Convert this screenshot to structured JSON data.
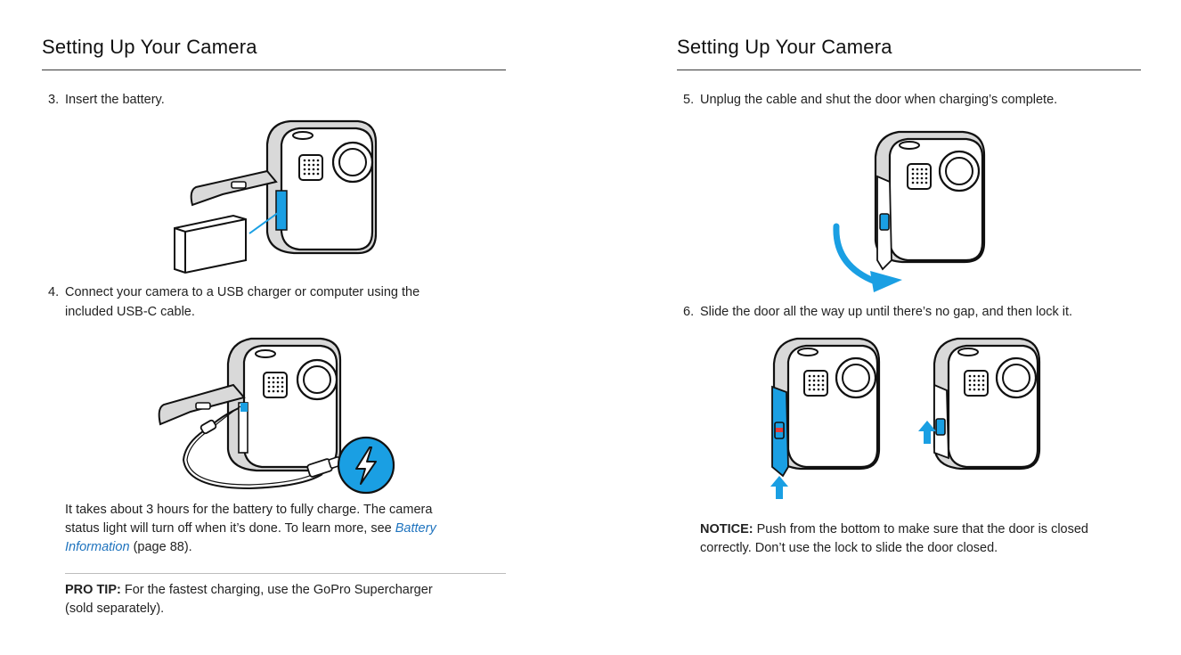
{
  "left": {
    "title": "Setting Up Your Camera",
    "step3": {
      "num": "3.",
      "text": "Insert the battery."
    },
    "step4": {
      "num": "4.",
      "line1": "Connect your camera to a USB charger or computer using the",
      "line2": "included USB-C cable."
    },
    "charge_note": {
      "line1": "It takes about 3 hours for the battery to fully charge. The camera",
      "line2_pre": "status light will turn off when it’s done. To learn more, see ",
      "link1": "Battery",
      "link2": "Information",
      "line3_post": " (page 88)."
    },
    "pro_tip": {
      "label": "PRO TIP:",
      "line1": " For the fastest charging, use the GoPro Supercharger",
      "line2": "(sold separately)."
    }
  },
  "right": {
    "title": "Setting Up Your Camera",
    "step5": {
      "num": "5.",
      "text": "Unplug the cable and shut the door when charging’s complete."
    },
    "step6": {
      "num": "6.",
      "text": "Slide the door all the way up until there’s no gap, and then lock it."
    },
    "notice": {
      "label": "NOTICE:",
      "line1": " Push from the bottom to make sure that the door is closed",
      "line2": "correctly. Don’t use the lock to slide the door closed."
    }
  },
  "colors": {
    "accent": "#1a9fe3",
    "ink": "#1a1a1a",
    "body_grey": "#d9d9d9",
    "link": "#1e73be"
  },
  "icons": [
    "camera-battery-illustration",
    "camera-charging-illustration",
    "lightning-bolt-icon",
    "camera-door-close-illustration",
    "curved-arrow-icon",
    "camera-door-slide-illustration",
    "up-arrow-icon"
  ]
}
